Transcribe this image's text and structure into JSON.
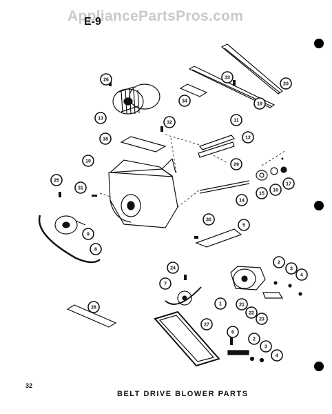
{
  "watermark": "AppliancePartsPros.com",
  "header_code": "E-9",
  "page_number": "32",
  "caption": "BELT DRIVE BLOWER PARTS",
  "callouts": [
    "1",
    "2",
    "3",
    "4",
    "5",
    "6",
    "7",
    "8",
    "9",
    "10",
    "11",
    "12",
    "13",
    "14",
    "15",
    "16",
    "17",
    "18",
    "19",
    "20",
    "21",
    "22",
    "23",
    "24",
    "25",
    "26",
    "27",
    "28",
    "29",
    "30",
    "31",
    "32",
    "33",
    "34"
  ]
}
